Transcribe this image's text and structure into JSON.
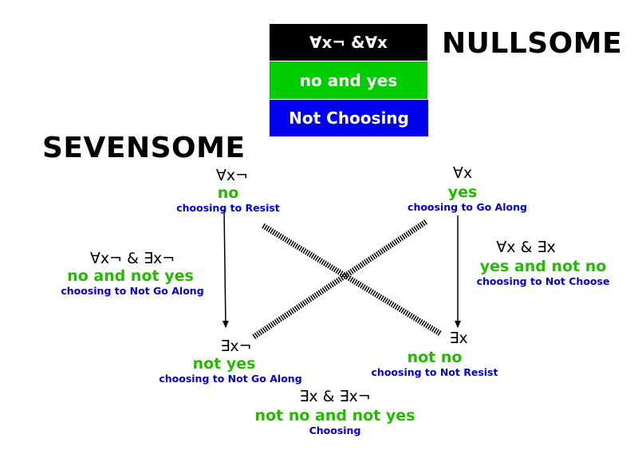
{
  "legend": {
    "black_box": "∀x¬ &∀x",
    "green_box": "no and yes",
    "blue_box": "Not Choosing",
    "nullsome_title": "NULLSOME",
    "colors": {
      "black": "#000000",
      "green": "#00cc00",
      "blue": "#0000ee"
    }
  },
  "sevensome_title": "SEVENSOME",
  "nodes": {
    "top_left": {
      "symbol": "∀x¬",
      "word": "no",
      "desc": "choosing to Resist"
    },
    "top_right": {
      "symbol": "∀x",
      "word": "yes",
      "desc": "choosing to Go Along"
    },
    "left_mid": {
      "symbol": "∀x¬ & ∃x¬",
      "word": "no and not yes",
      "desc": "choosing to Not Go Along"
    },
    "right_mid": {
      "symbol": "∀x & ∃x",
      "word": "yes and not no",
      "desc": "choosing to Not Choose"
    },
    "bottom_left": {
      "symbol": "∃x¬",
      "word": "not yes",
      "desc": "choosing to Not Go Along"
    },
    "bottom_right": {
      "symbol": "∃x",
      "word": "not no",
      "desc": "choosing to Not Resist"
    },
    "bottom_center": {
      "symbol": "∃x & ∃x¬",
      "word": "not no and not yes",
      "desc": "Choosing"
    }
  }
}
